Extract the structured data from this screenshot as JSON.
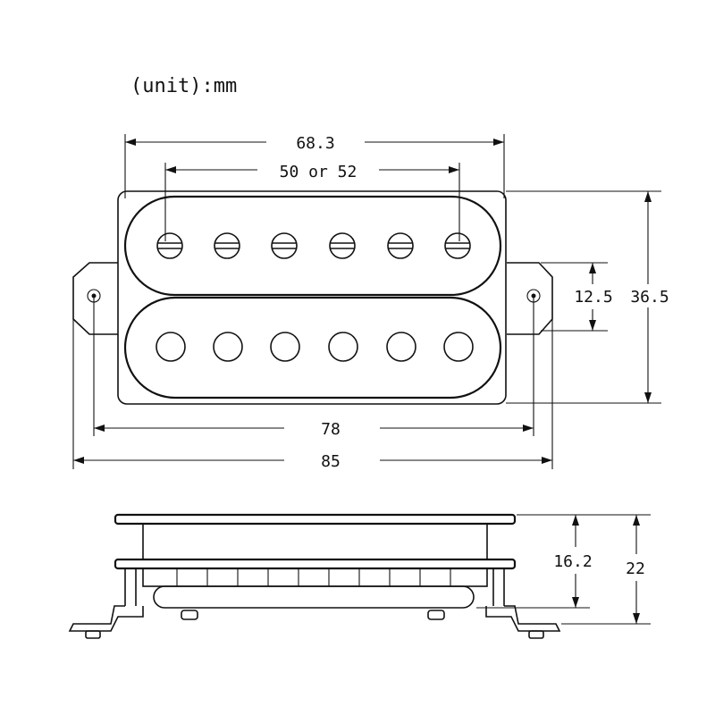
{
  "unit_label": "(unit):mm",
  "dimensions": {
    "cover_length": "68.3",
    "pole_spacing": "50 or 52",
    "coil_height": "12.5",
    "total_width": "36.5",
    "mounting_hole_spacing": "78",
    "total_length": "85",
    "cover_height": "16.2",
    "total_height": "22"
  },
  "colors": {
    "line": "#111111",
    "background": "#ffffff"
  }
}
